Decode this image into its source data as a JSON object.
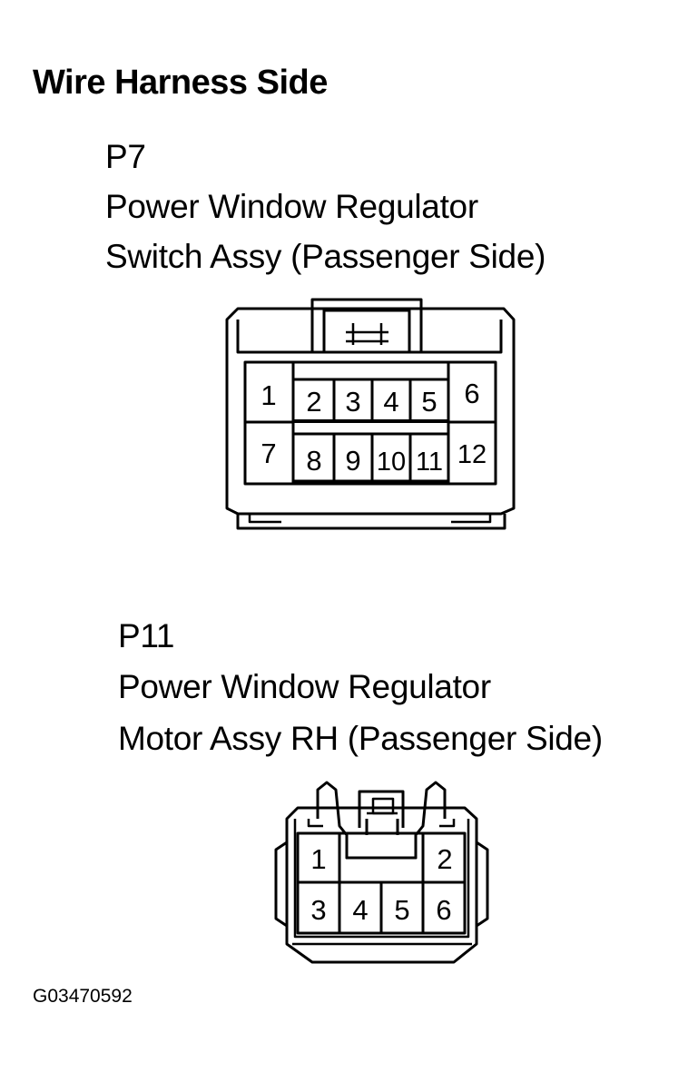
{
  "title": "Wire Harness Side",
  "connectors": [
    {
      "id": "P7",
      "name_line1": "Power Window Regulator",
      "name_line2": "Switch Assy (Passenger Side)",
      "pins": [
        "1",
        "2",
        "3",
        "4",
        "5",
        "6",
        "7",
        "8",
        "9",
        "10",
        "11",
        "12"
      ]
    },
    {
      "id": "P11",
      "name_line1": "Power Window Regulator",
      "name_line2": "Motor Assy RH (Passenger Side)",
      "pins": [
        "1",
        "2",
        "3",
        "4",
        "5",
        "6"
      ]
    }
  ],
  "figure_code": "G03470592"
}
